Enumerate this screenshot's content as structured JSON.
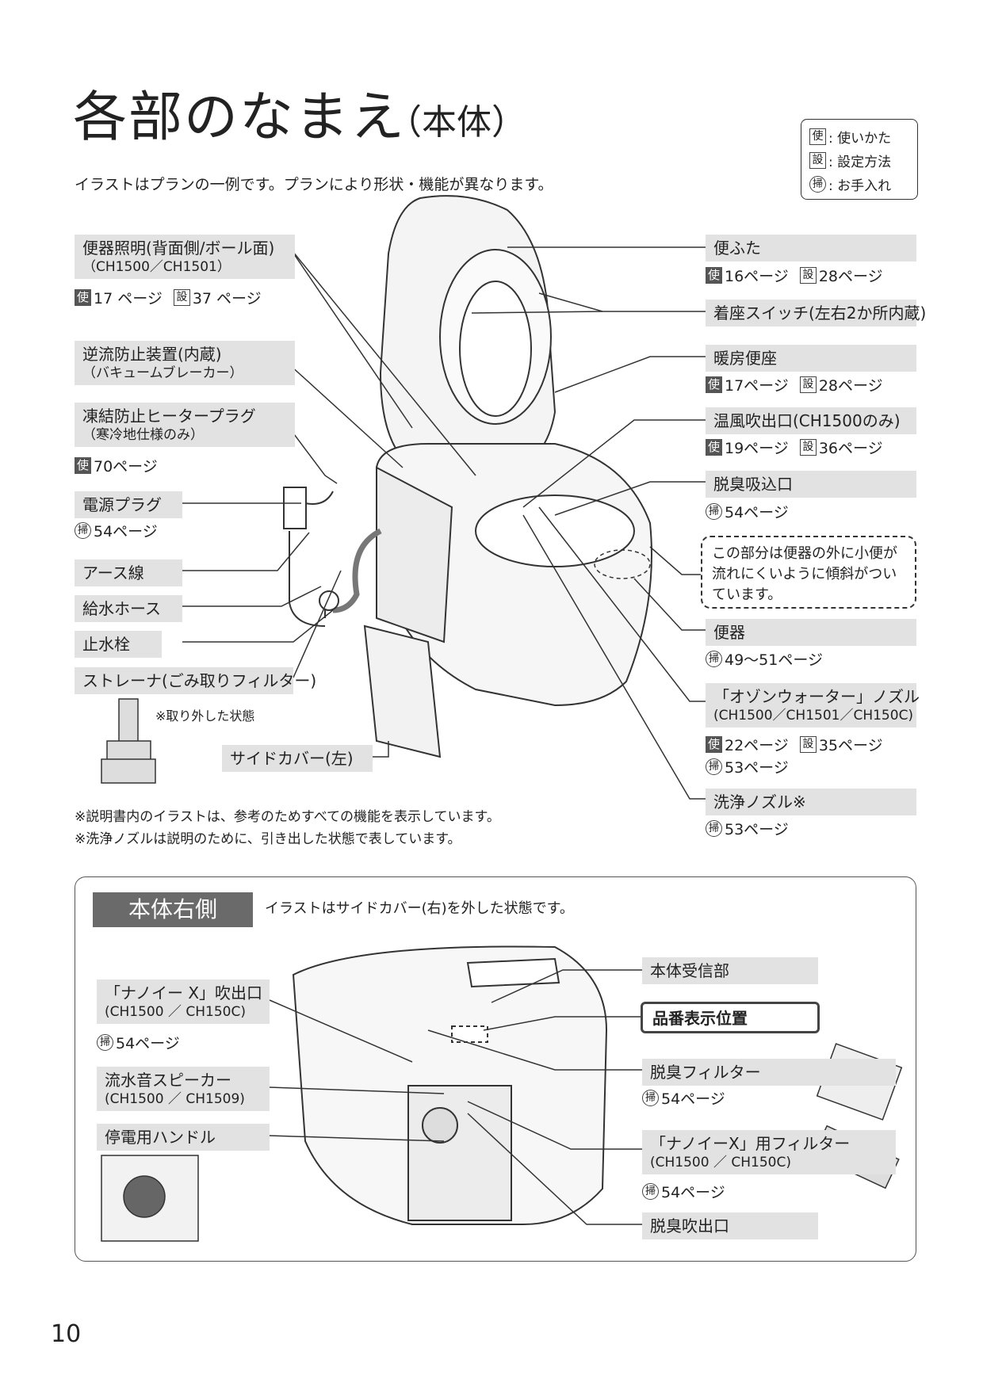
{
  "page": {
    "title": "各部のなまえ",
    "title_sub": "（本体）",
    "intro": "イラストはプランの一例です。プランにより形状・機能が異なります。",
    "page_number": "10"
  },
  "legend": {
    "use": {
      "key": "使",
      "text": ": 使いかた"
    },
    "setting": {
      "key": "設",
      "text": ": 設定方法"
    },
    "clean": {
      "key": "掃",
      "text": ": お手入れ"
    }
  },
  "left_labels": {
    "bowl_light": {
      "name": "便器照明(背面側/ボール面)",
      "sub": "（CH1500／CH1501）",
      "ref1": "17 ページ",
      "ref2": "37 ページ"
    },
    "backflow": {
      "name": "逆流防止装置(内蔵)",
      "sub": "（バキュームブレーカー）"
    },
    "antifreeze": {
      "name": "凍結防止ヒータープラグ",
      "sub": "（寒冷地仕様のみ）",
      "ref1": "70ページ"
    },
    "power_plug": {
      "name": "電源プラグ",
      "ref1": "54ページ"
    },
    "ground": {
      "name": "アース線"
    },
    "water_hose": {
      "name": "給水ホース"
    },
    "stop_valve": {
      "name": "止水栓"
    },
    "strainer": {
      "name": "ストレーナ(ごみ取りフィルター)",
      "note": "※取り外した状態"
    },
    "side_cover": {
      "name": "サイドカバー(左)"
    }
  },
  "right_labels": {
    "lid": {
      "name": "便ふた",
      "ref1": "16ページ",
      "ref2": "28ページ"
    },
    "seat_switch": {
      "name": "着座スイッチ(左右2か所内蔵)"
    },
    "heated_seat": {
      "name": "暖房便座",
      "ref1": "17ページ",
      "ref2": "28ページ"
    },
    "warm_air": {
      "name": "温風吹出口(CH1500のみ)",
      "ref1": "19ページ",
      "ref2": "36ページ"
    },
    "deodorize_in": {
      "name": "脱臭吸込口",
      "ref1": "54ページ"
    },
    "dashed_note": "この部分は便器の外に小便が流れにくいように傾斜がついています。",
    "bowl": {
      "name": "便器",
      "ref1": "49〜51ページ"
    },
    "ozone_nozzle": {
      "name": "「オゾンウォーター」ノズル",
      "sub": "(CH1500／CH1501／CH150C)",
      "ref1": "22ページ",
      "ref2": "35ページ",
      "ref3": "53ページ"
    },
    "wash_nozzle": {
      "name": "洗浄ノズル※",
      "ref1": "53ページ"
    }
  },
  "footnotes": [
    "※説明書内のイラストは、参考のためすべての機能を表示しています。",
    "※洗浄ノズルは説明のために、引き出した状態で表しています。"
  ],
  "panel": {
    "title": "本体右側",
    "note": "イラストはサイドカバー(右)を外した状態です。",
    "nanoe_outlet": {
      "name": "「ナノイー X」吹出口",
      "sub": "(CH1500 ／ CH150C)",
      "ref1": "54ページ"
    },
    "speaker": {
      "name": "流水音スピーカー",
      "sub": "(CH1500 ／ CH1509)"
    },
    "handle": {
      "name": "停電用ハンドル"
    },
    "receiver": {
      "name": "本体受信部"
    },
    "model_pos": {
      "name": "品番表示位置"
    },
    "deo_filter": {
      "name": "脱臭フィルター",
      "ref1": "54ページ"
    },
    "nanoe_filter": {
      "name": "「ナノイーX」用フィルター",
      "sub": "(CH1500 ／ CH150C)",
      "ref1": "54ページ"
    },
    "deo_out": {
      "name": "脱臭吹出口"
    }
  }
}
